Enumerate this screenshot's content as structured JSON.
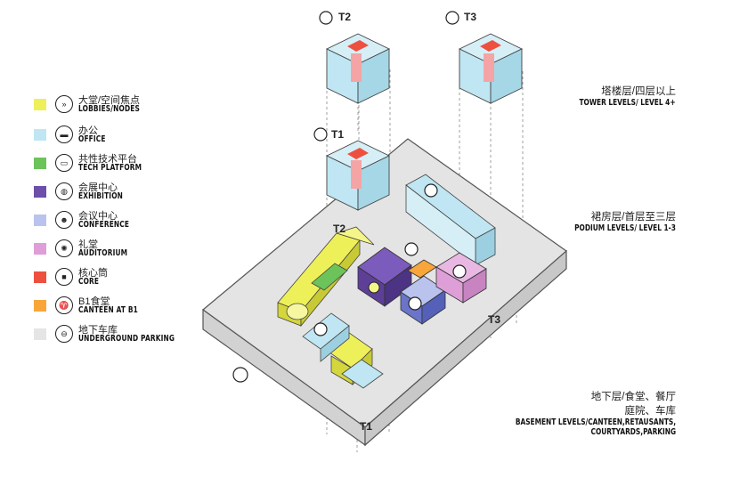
{
  "legend": [
    {
      "cn": "大堂/空间焦点",
      "en": "LOBBIES/NODES",
      "color": "#eef05a",
      "icon": "double-chevron-icon",
      "glyph": "»"
    },
    {
      "cn": "办公",
      "en": "OFFICE",
      "color": "#bfe6f2",
      "icon": "briefcase-icon",
      "glyph": "▬"
    },
    {
      "cn": "共性技术平台",
      "en": "TECH PLATFORM",
      "color": "#6cc35a",
      "icon": "monitor-icon",
      "glyph": "▭"
    },
    {
      "cn": "会展中心",
      "en": "EXHIBITION",
      "color": "#6d4eab",
      "icon": "globe-icon",
      "glyph": "◍"
    },
    {
      "cn": "会议中心",
      "en": "CONFERENCE",
      "color": "#b9c3ee",
      "icon": "people-icon",
      "glyph": "☻"
    },
    {
      "cn": "礼堂",
      "en": "AUDITORIUM",
      "color": "#de9fd8",
      "icon": "lightbulb-icon",
      "glyph": "✺"
    },
    {
      "cn": "核心筒",
      "en": "CORE",
      "color": "#ee5040",
      "icon": "core-square-icon",
      "glyph": "■"
    },
    {
      "cn": "B1食堂",
      "en": "CANTEEN AT B1",
      "color": "#f8a63a",
      "icon": "cutlery-icon",
      "glyph": "♈"
    },
    {
      "cn": "地下车库",
      "en": "UNDERGROUND PARKING",
      "color": "#e5e5e5",
      "icon": "car-icon",
      "glyph": "⊖"
    }
  ],
  "levels": {
    "tower": {
      "cn": "塔楼层/四层以上",
      "en": "TOWER LEVELS/ LEVEL 4+"
    },
    "podium": {
      "cn": "裙房层/首层至三层",
      "en": "PODIUM LEVELS/ LEVEL 1-3"
    },
    "basement": {
      "cn1": "地下层/食堂、餐厅",
      "cn2": "庭院、车库",
      "en1": "BASEMENT LEVELS/CANTEEN,RETAUSANTS,",
      "en2": "COURTYARDS,PARKING"
    }
  },
  "towers": {
    "t1": "T1",
    "t2": "T2",
    "t3": "T3"
  },
  "colors": {
    "tower_blue": "#bfe6f2",
    "core_red": "#ee5040",
    "base_grey": "#e0e0e0",
    "outline": "#333333"
  }
}
